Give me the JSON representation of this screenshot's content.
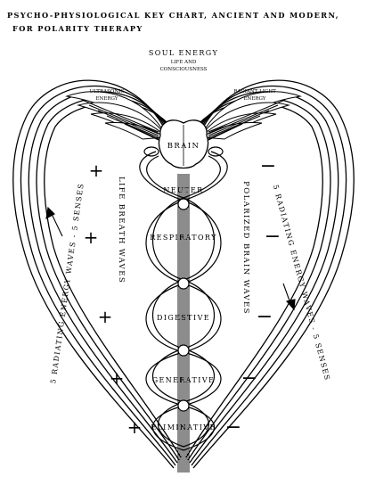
{
  "title": {
    "line1": "PSYCHO-PHYSIOLOGICAL KEY CHART, ANCIENT AND MODERN,",
    "line2": "FOR POLARITY THERAPY"
  },
  "top": {
    "soul_energy": "SOUL ENERGY",
    "life_consciousness_1": "LIFE AND",
    "life_consciousness_2": "CONSCIOUSNESS"
  },
  "wings": {
    "left_label_1": "ULTRASONIC",
    "left_label_2": "ENERGY",
    "right_label_1": "RADIANT LIGHT",
    "right_label_2": "ENERGY"
  },
  "centers": {
    "brain": "BRAIN",
    "neuter": "NEUTER",
    "respiratory": "RESPIRATORY",
    "digestive": "DIGESTIVE",
    "generative": "GENERATIVE",
    "eliminative": "ELIMINATIVE"
  },
  "side_labels": {
    "left_outer": "5 RADIATING ENERGY WAVES - 5 SENSES",
    "right_outer": "5 RADIATING ENERGY WAVES - 5 SENSES",
    "left_inner": "LIFE BREATH WAVES",
    "right_inner": "POLARIZED BRAIN WAVES"
  },
  "polarity": {
    "plus": "+",
    "minus": "−"
  }
}
